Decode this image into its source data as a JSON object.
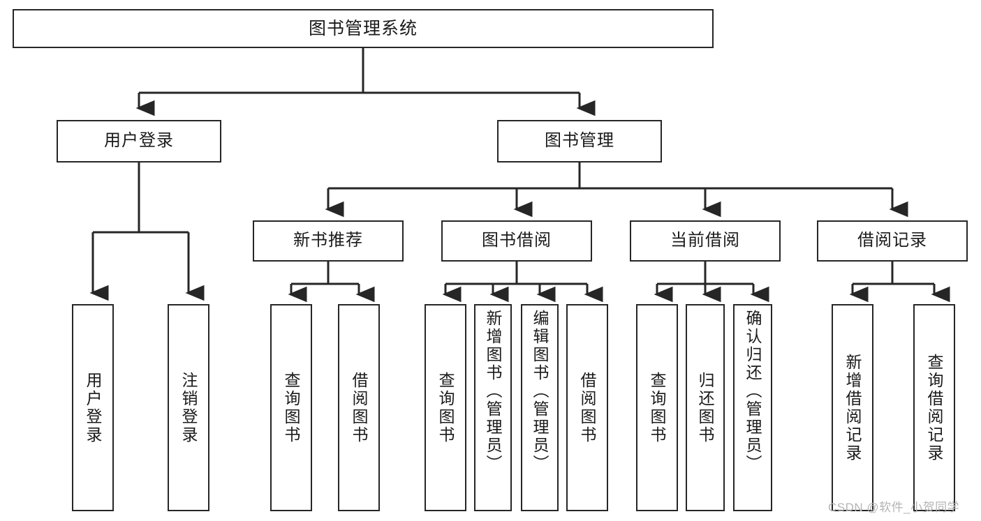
{
  "diagram": {
    "title": "图书管理系统",
    "type": "tree-hierarchy",
    "watermark": "CSDN @软件_小贺同学",
    "colors": {
      "stroke": "#262626",
      "fill": "#ffffff",
      "text": "#1a1a1a",
      "watermark": "#b4b4b4"
    },
    "root": {
      "label": "图书管理系统"
    },
    "level1": [
      {
        "label": "用户登录"
      },
      {
        "label": "图书管理"
      }
    ],
    "level2": [
      {
        "label": "新书推荐"
      },
      {
        "label": "图书借阅"
      },
      {
        "label": "当前借阅"
      },
      {
        "label": "借阅记录"
      }
    ],
    "leaves": {
      "user_login": [
        {
          "label": "用户登录"
        },
        {
          "label": "注销登录"
        }
      ],
      "new_book": [
        {
          "label": "查询图书"
        },
        {
          "label": "借阅图书"
        }
      ],
      "borrow": [
        {
          "label": "查询图书"
        },
        {
          "label": "新增图书（管理员）"
        },
        {
          "label": "编辑图书（管理员）"
        },
        {
          "label": "借阅图书"
        }
      ],
      "current": [
        {
          "label": "查询图书"
        },
        {
          "label": "归还图书"
        },
        {
          "label": "确认归还（管理员）"
        }
      ],
      "records": [
        {
          "label": "新增借阅记录"
        },
        {
          "label": "查询借阅记录"
        }
      ]
    }
  }
}
